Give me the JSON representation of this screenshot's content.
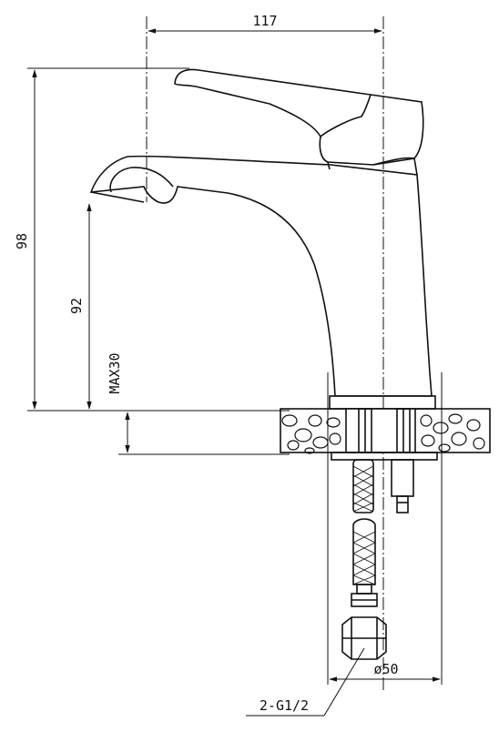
{
  "dimensions": {
    "width_top": "117",
    "total_height": "98",
    "spout_height": "92",
    "max_counter": "MAX30",
    "base_diameter": "ø50",
    "thread": "2-G1/2"
  },
  "colors": {
    "line": "#111111",
    "background": "#ffffff"
  }
}
